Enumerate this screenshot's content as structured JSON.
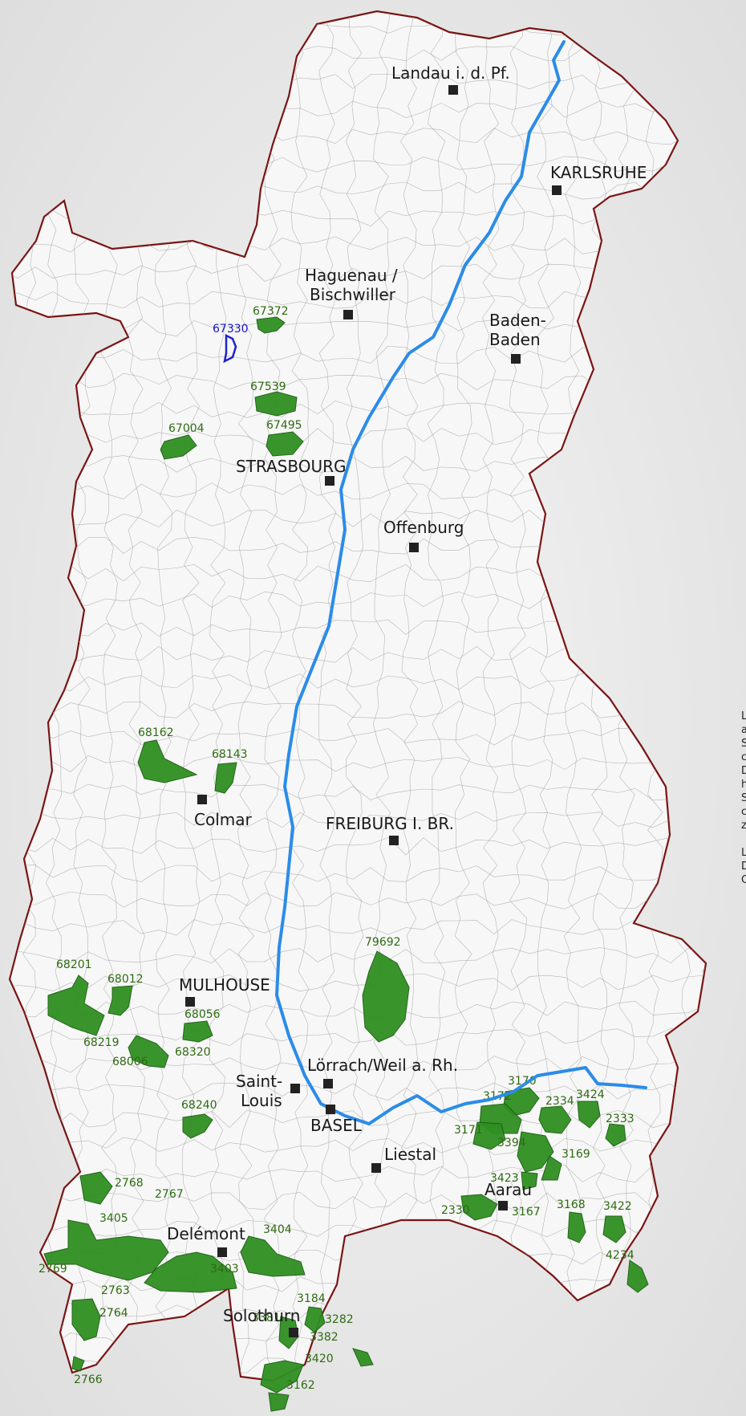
{
  "map": {
    "cities": [
      {
        "id": "landau",
        "label": "Landau i. d. Pf."
      },
      {
        "id": "karlsruhe",
        "label": "KARLSRUHE"
      },
      {
        "id": "haguenau",
        "label": "Haguenau /"
      },
      {
        "id": "haguenau2",
        "label": "Bischwiller"
      },
      {
        "id": "baden",
        "label": "Baden-"
      },
      {
        "id": "baden2",
        "label": "Baden"
      },
      {
        "id": "strasbourg",
        "label": "STRASBOURG"
      },
      {
        "id": "offenburg",
        "label": "Offenburg"
      },
      {
        "id": "colmar",
        "label": "Colmar"
      },
      {
        "id": "freiburg",
        "label": "FREIBURG I. BR."
      },
      {
        "id": "mulhouse",
        "label": "MULHOUSE"
      },
      {
        "id": "loerrach",
        "label": "Lörrach/Weil a. Rh."
      },
      {
        "id": "saint",
        "label": "Saint-"
      },
      {
        "id": "saint2",
        "label": "Louis"
      },
      {
        "id": "basel",
        "label": "BASEL"
      },
      {
        "id": "liestal",
        "label": "Liestal"
      },
      {
        "id": "aarau",
        "label": "Aarau"
      },
      {
        "id": "delemont",
        "label": "Delémont"
      },
      {
        "id": "solothurn",
        "label": "Solothurn"
      }
    ],
    "communes": [
      {
        "id": "c67330",
        "label": "67330",
        "selected": true
      },
      {
        "id": "c67372",
        "label": "67372"
      },
      {
        "id": "c67539",
        "label": "67539"
      },
      {
        "id": "c67495",
        "label": "67495"
      },
      {
        "id": "c67004",
        "label": "67004"
      },
      {
        "id": "c68162",
        "label": "68162"
      },
      {
        "id": "c68143",
        "label": "68143"
      },
      {
        "id": "c79692",
        "label": "79692"
      },
      {
        "id": "c68201",
        "label": "68201"
      },
      {
        "id": "c68012",
        "label": "68012"
      },
      {
        "id": "c68056",
        "label": "68056"
      },
      {
        "id": "c68219",
        "label": "68219"
      },
      {
        "id": "c68006",
        "label": "68006"
      },
      {
        "id": "c68320",
        "label": "68320"
      },
      {
        "id": "c68240",
        "label": "68240"
      },
      {
        "id": "c3170",
        "label": "3170"
      },
      {
        "id": "c3172",
        "label": "3172"
      },
      {
        "id": "c2334",
        "label": "2334"
      },
      {
        "id": "c3424",
        "label": "3424"
      },
      {
        "id": "c2333",
        "label": "2333"
      },
      {
        "id": "c3171",
        "label": "3171"
      },
      {
        "id": "c3394",
        "label": "3394"
      },
      {
        "id": "c3169",
        "label": "3169"
      },
      {
        "id": "c3423",
        "label": "3423"
      },
      {
        "id": "c2330",
        "label": "2330"
      },
      {
        "id": "c3167",
        "label": "3167"
      },
      {
        "id": "c3168",
        "label": "3168"
      },
      {
        "id": "c3422",
        "label": "3422"
      },
      {
        "id": "c4234",
        "label": "4234"
      },
      {
        "id": "c2768",
        "label": "2768"
      },
      {
        "id": "c2767",
        "label": "2767"
      },
      {
        "id": "c3405",
        "label": "3405"
      },
      {
        "id": "c3404",
        "label": "3404"
      },
      {
        "id": "c2769",
        "label": "2769"
      },
      {
        "id": "c3403",
        "label": "3403"
      },
      {
        "id": "c2763",
        "label": "2763"
      },
      {
        "id": "c2764",
        "label": "2764"
      },
      {
        "id": "c2766",
        "label": "2766"
      },
      {
        "id": "c3184",
        "label": "3184"
      },
      {
        "id": "c3381",
        "label": "3381"
      },
      {
        "id": "c3282",
        "label": "3282"
      },
      {
        "id": "c3382",
        "label": "3382"
      },
      {
        "id": "c3420",
        "label": "3420"
      },
      {
        "id": "c3162",
        "label": "3162"
      }
    ],
    "colors": {
      "border": "#7a1414",
      "river": "#2b8ce8",
      "commune": "#2f8f22",
      "selected": "#1515d0"
    }
  },
  "side_text": {
    "lines": [
      "L",
      "a",
      "S",
      "c",
      "D",
      "h",
      "S",
      "c",
      "z",
      "",
      "L",
      "D",
      "C"
    ]
  }
}
